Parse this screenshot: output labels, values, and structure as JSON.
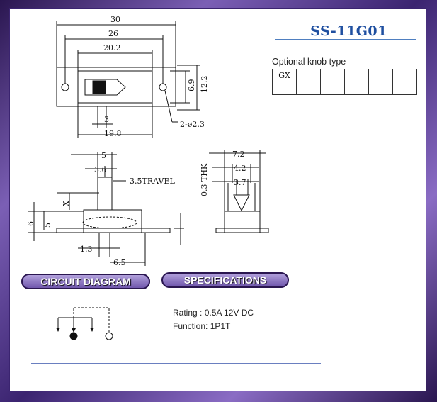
{
  "title": "SS-11G01",
  "optional_knob_label": "Optional knob type",
  "knob_types": [
    "GX",
    "",
    "",
    "",
    "",
    ""
  ],
  "circuit_label": "CIRCUIT DIAGRAM",
  "spec_label": "SPECIFICATIONS",
  "spec_rating": "Rating : 0.5A 12V DC",
  "spec_function": "Function: 1P1T",
  "dims": {
    "d30": "30",
    "d26": "26",
    "d202": "20.2",
    "d69": "6.9",
    "d122": "12.2",
    "d3": "3",
    "d198": "19.8",
    "hole": "2-ø2.3",
    "d5": "5",
    "d36": "3.6",
    "travel": "3.5TRAVEL",
    "thk": "0.3 THK",
    "x": "X",
    "d6": "6",
    "d5b": "5",
    "d13": "1.3",
    "d65": "6.5",
    "d72": "7.2",
    "d42": "4.2",
    "d37": "3.7"
  }
}
